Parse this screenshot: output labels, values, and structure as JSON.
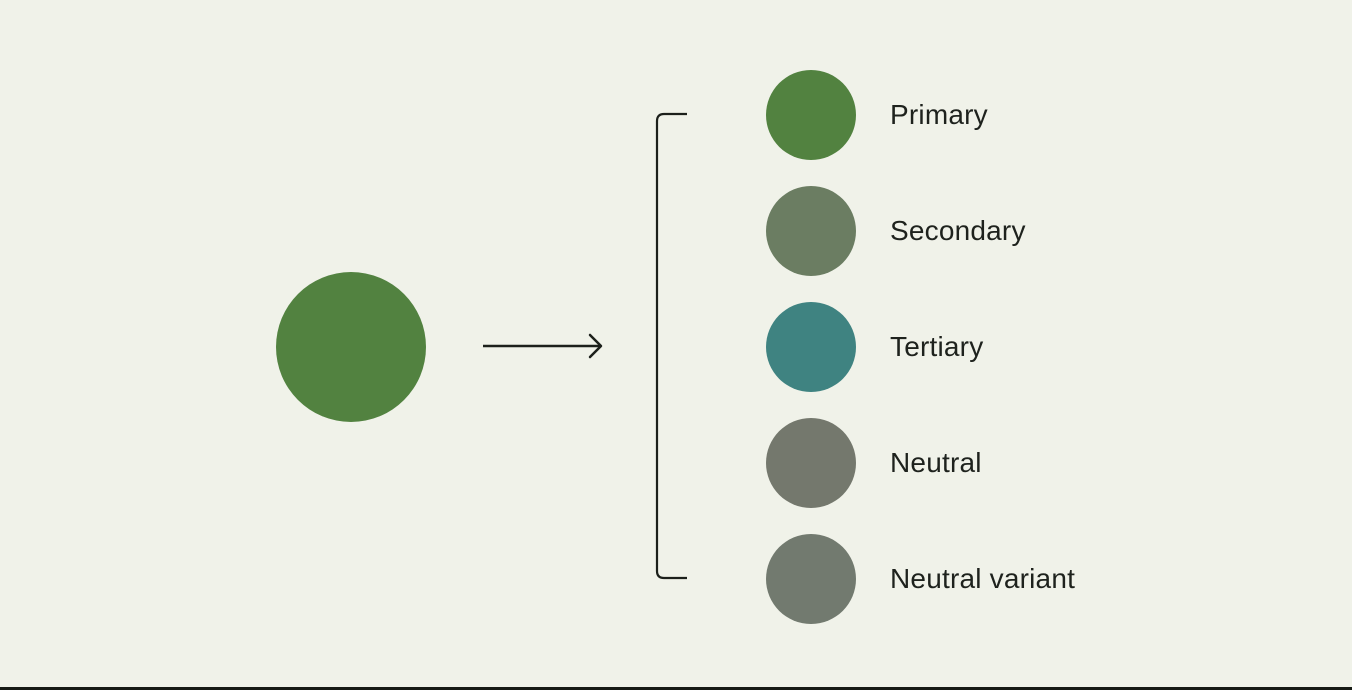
{
  "diagram": {
    "background_color": "#f0f2e9",
    "line_color": "#1c201b",
    "text_color": "#1e221d",
    "bottom_bar_color": "#171b15",
    "source": {
      "name": "source-color",
      "color": "#528240"
    },
    "roles": [
      {
        "label": "Primary",
        "color": "#528240"
      },
      {
        "label": "Secondary",
        "color": "#6b7d62"
      },
      {
        "label": "Tertiary",
        "color": "#3f8381"
      },
      {
        "label": "Neutral",
        "color": "#74786d"
      },
      {
        "label": "Neutral variant",
        "color": "#727a6f"
      }
    ]
  }
}
